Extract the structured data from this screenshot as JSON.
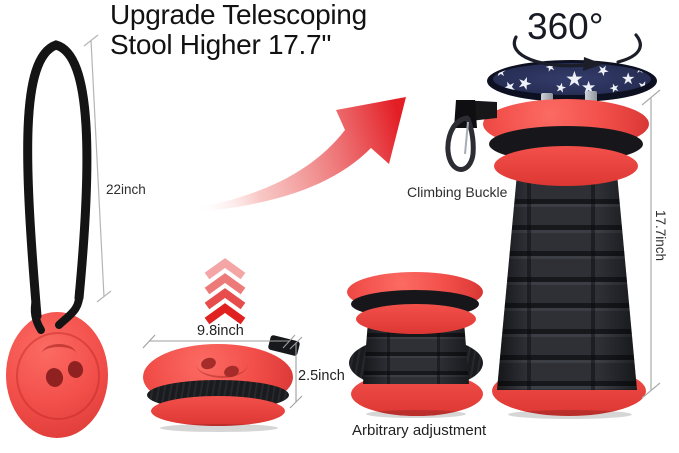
{
  "title": {
    "line1": "Upgrade Telescoping",
    "line2": "Stool Higher 17.7''"
  },
  "labels": {
    "rotation": "360°",
    "strap_length": "22inch",
    "climbing_buckle": "Climbing Buckle",
    "extended_height": "17.7inch",
    "seat_diameter": "9.8inch",
    "folded_height": "2.5inch",
    "adjustment": "Arbitrary adjustment"
  },
  "icons": {
    "star_glyph": "★"
  },
  "colors": {
    "product_red": "#f3504b",
    "arrow_red": "#e31e25",
    "frame_black": "#232429",
    "seat_pattern_navy": "#2a3158",
    "measure_line": "#a8a8a8",
    "text": "#1f1f1f"
  }
}
